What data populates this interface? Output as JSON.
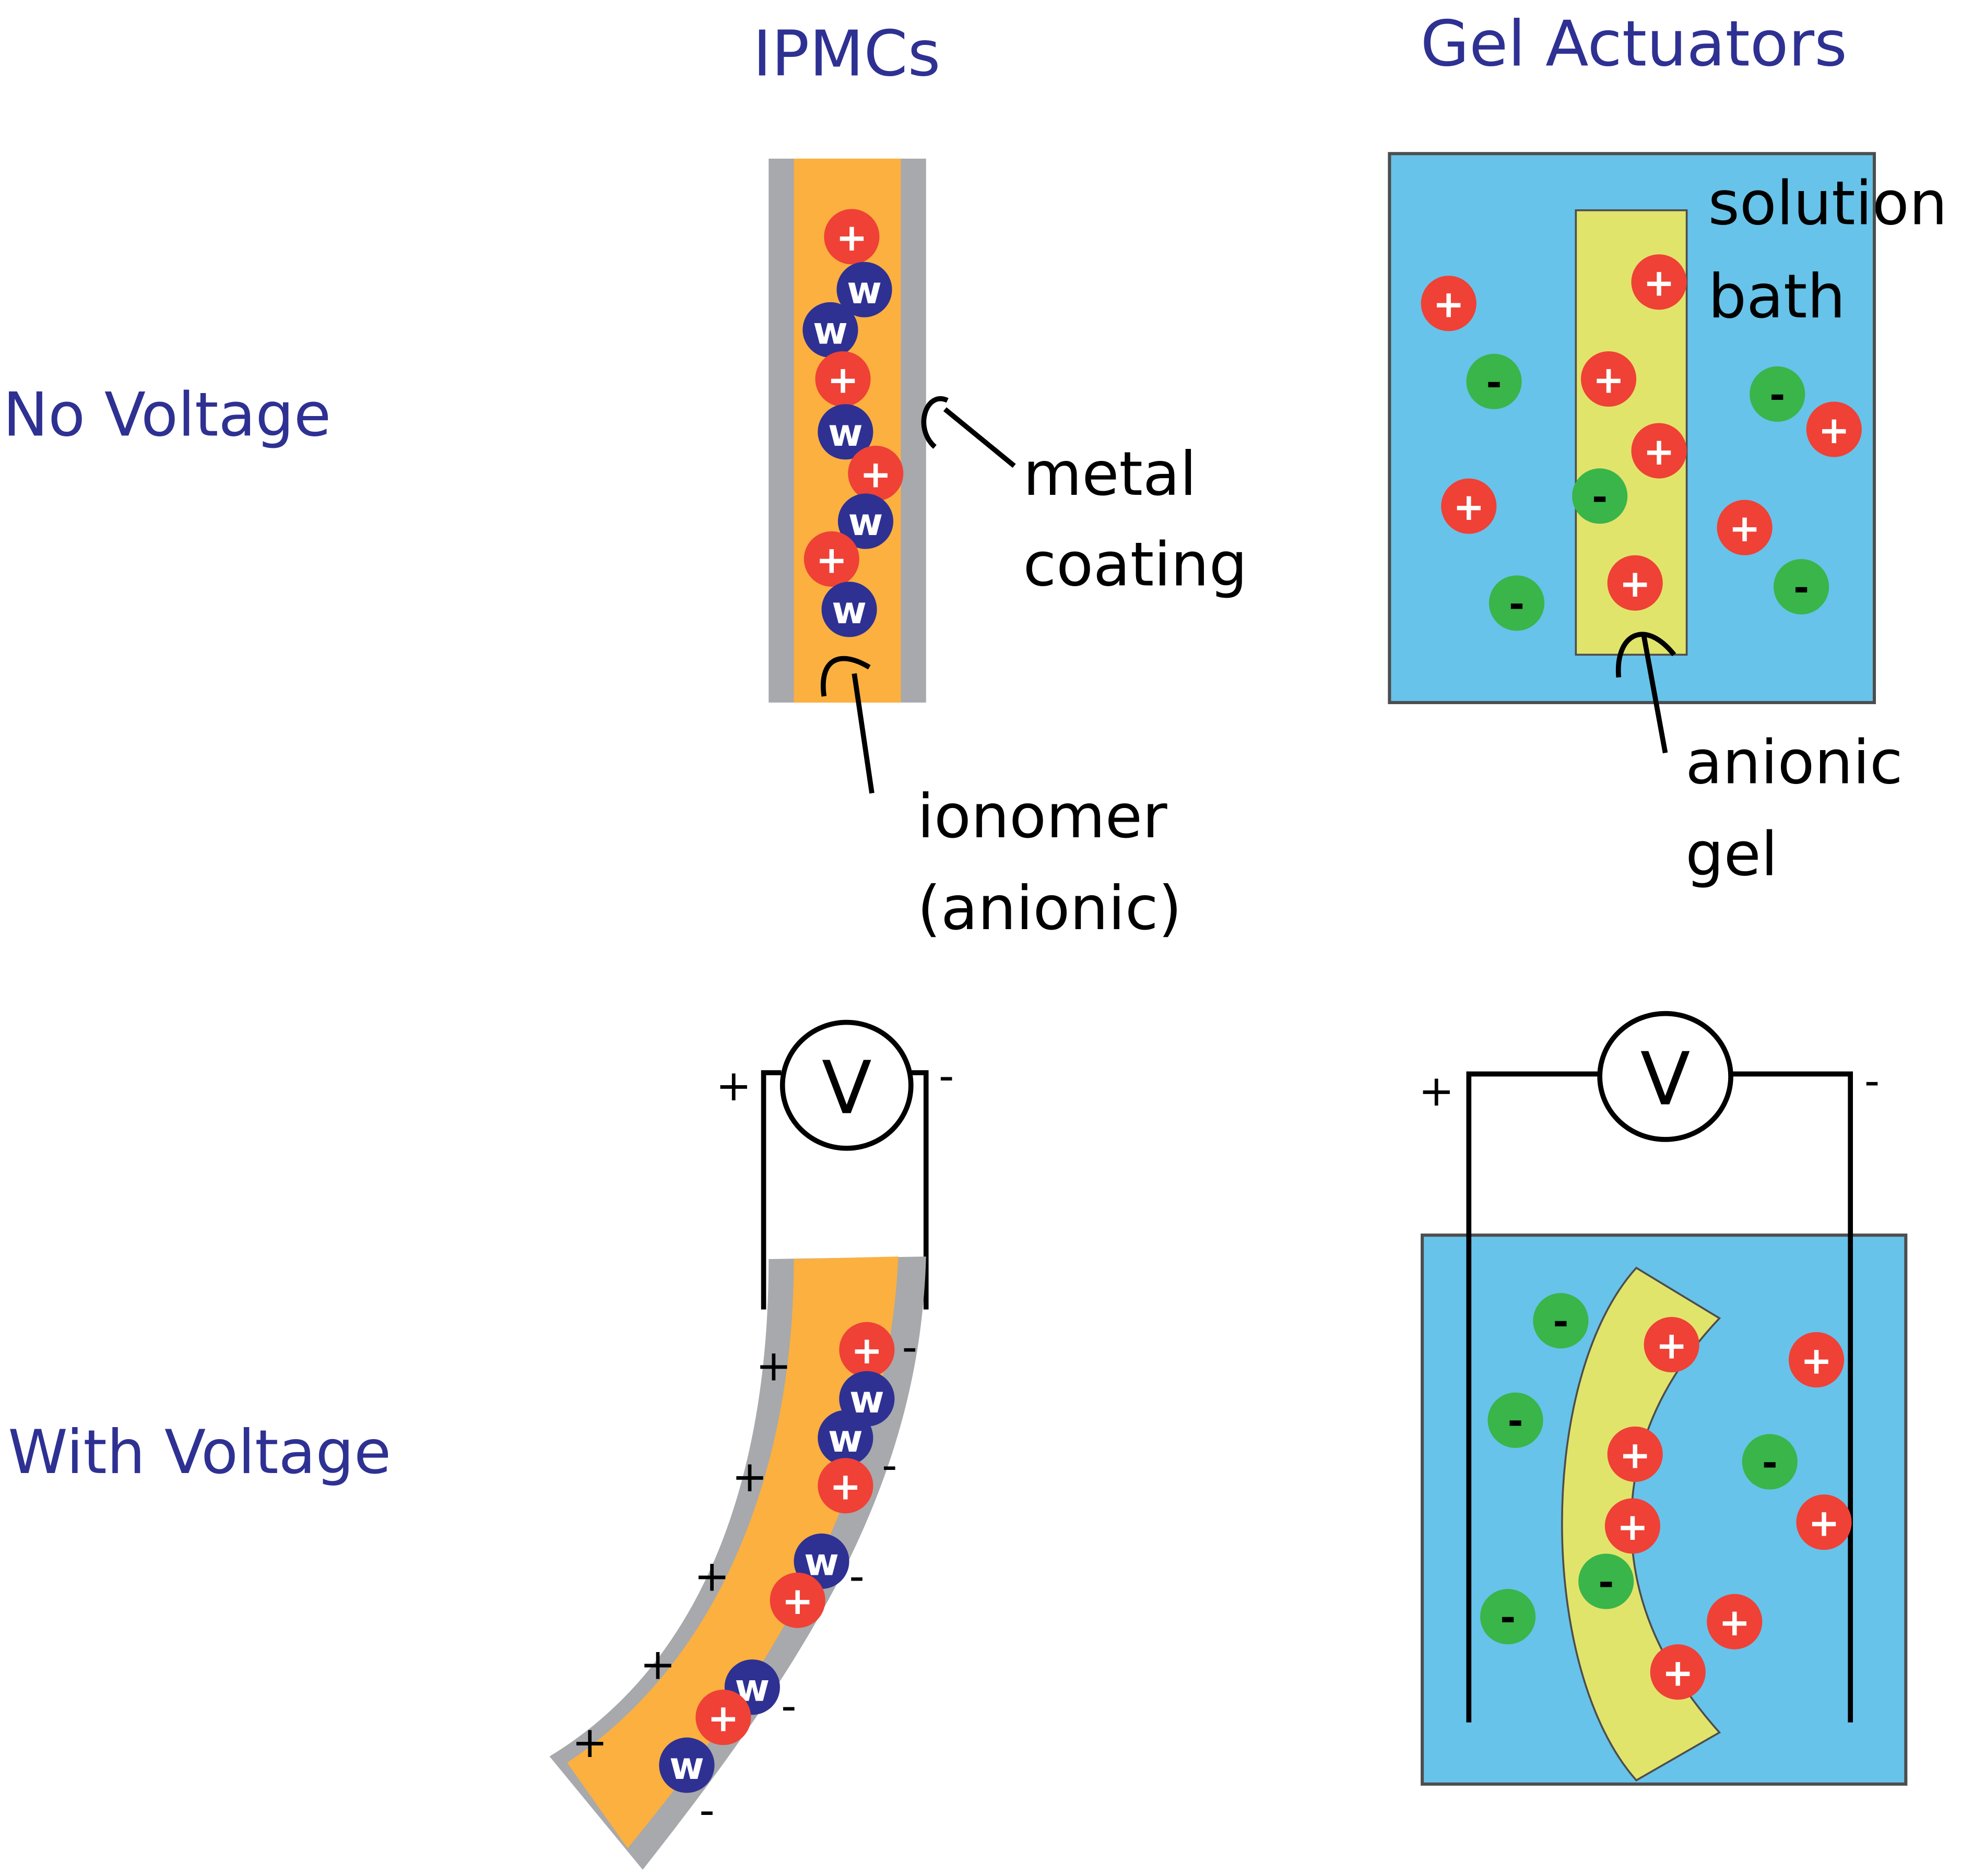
{
  "columns": {
    "ipmc_title": "IPMCs",
    "gel_title": "Gel Actuators"
  },
  "rows": {
    "no_voltage": "No Voltage",
    "with_voltage": "With Voltage"
  },
  "labels": {
    "metal_coating_1": "metal",
    "metal_coating_2": "coating",
    "ionomer_1": "ionomer",
    "ionomer_2": "(anionic)",
    "solution_bath_1": "solution",
    "solution_bath_2": "bath",
    "anionic_gel_1": "anionic",
    "anionic_gel_2": "gel"
  },
  "symbols": {
    "cation": "+",
    "anion": "-",
    "water": "w",
    "voltmeter": "V",
    "pos_terminal": "+",
    "neg_terminal": "-"
  },
  "colors": {
    "cation": "#ef4136",
    "anion": "#39b54a",
    "water": "#2e3192",
    "ionomer": "#fbb040",
    "metal": "#a7a9ac",
    "bath": "#67c3e9",
    "gel": "#e1e46b",
    "label": "#2e3192"
  }
}
